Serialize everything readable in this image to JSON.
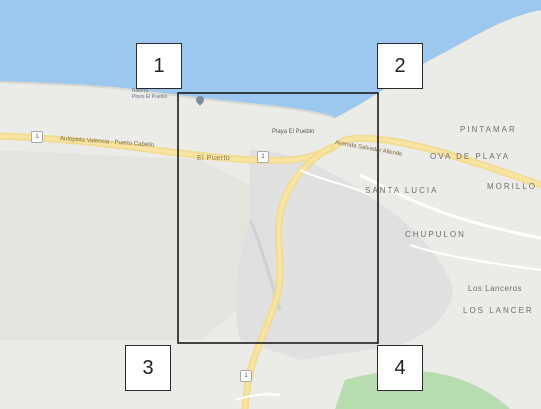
{
  "map": {
    "place_labels": {
      "pintamar": "PINTAMAR",
      "ova_de_playa": "OVA DE PLAYA",
      "morillo": "MORILLO",
      "santa_lucia": "SANTA LUCIA",
      "chupulon": "CHUPULON",
      "los_lanceros_a": "Los Lanceros",
      "los_lanceros_b": "LOS LANCER",
      "el_puerto": "El Puerto",
      "playa_el_pueblo": "Playa El Pueblo",
      "bateria_pinos": "Batería\nPinos El Pueblo"
    },
    "road_labels": {
      "autopista_west": "Autopista Valencia - Puerto Cabello",
      "avenida_east": "Avenida Salvador Allende"
    },
    "shields": {
      "left": "1",
      "center": "1",
      "bottom": "1"
    },
    "corner_markers": {
      "m1": "1",
      "m2": "2",
      "m3": "3",
      "m4": "4"
    }
  }
}
